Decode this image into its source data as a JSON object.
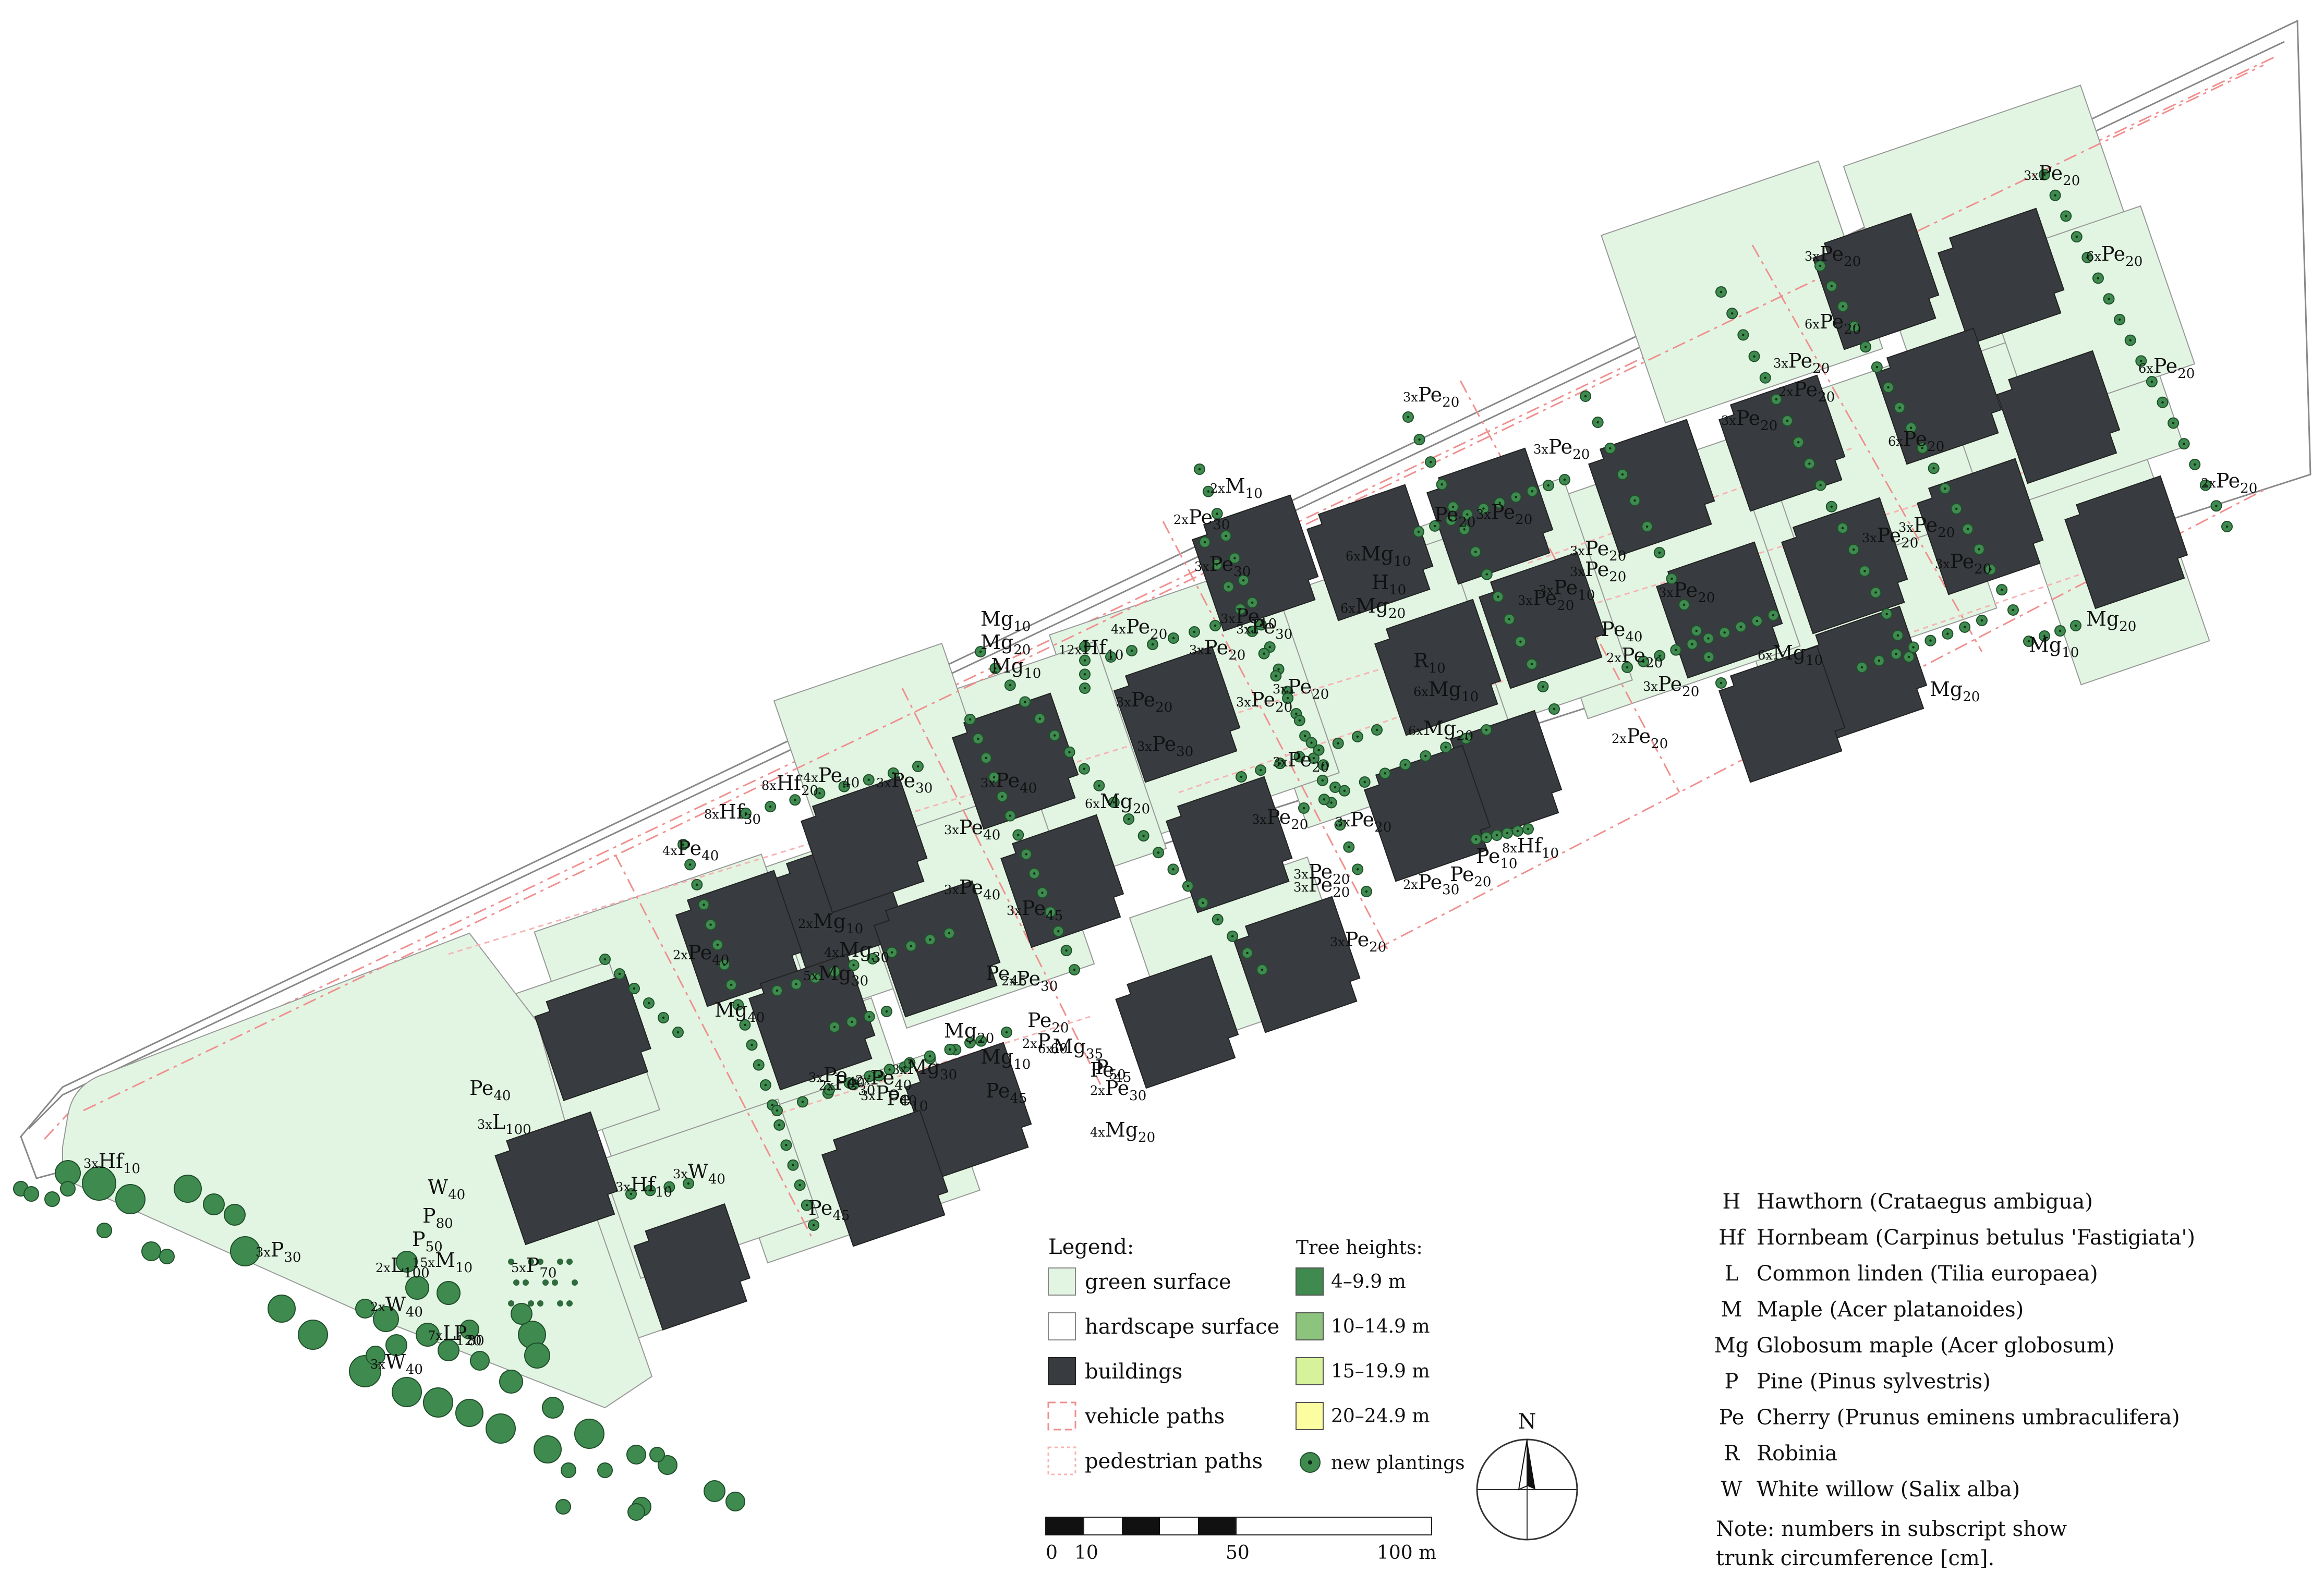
{
  "colors": {
    "green_surface": "#e2f5e2",
    "building": "#383c40",
    "tree_dark": "#3f8a4f",
    "tree_mid": "#8cc47e",
    "tree_light": "#d6f29a",
    "tree_yellow": "#fcfca0",
    "vehicle_path": "#f08f8f",
    "pedestrian_path": "#f6b4b4",
    "outline": "#777777"
  },
  "labels": [
    {
      "c": "3x",
      "s": "Pe",
      "n": "20"
    },
    {
      "c": "6x",
      "s": "Pe",
      "n": "20"
    },
    {
      "c": "3x",
      "s": "Pe",
      "n": "20"
    },
    {
      "c": "6x",
      "s": "Pe",
      "n": "20"
    },
    {
      "c": "3x",
      "s": "Pe",
      "n": "20"
    },
    {
      "c": "6x",
      "s": "Pe",
      "n": "20"
    },
    {
      "c": "2x",
      "s": "Pe",
      "n": "20"
    },
    {
      "c": "6x",
      "s": "Pe",
      "n": "20"
    },
    {
      "c": "3x",
      "s": "Pe",
      "n": "20"
    },
    {
      "c": "2x",
      "s": "Pe",
      "n": "20"
    },
    {
      "c": "3x",
      "s": "Pe",
      "n": "20"
    },
    {
      "c": "3x",
      "s": "Pe",
      "n": "20"
    },
    {
      "c": "3x",
      "s": "Pe",
      "n": "20"
    },
    {
      "c": "",
      "s": "Mg",
      "n": "20"
    },
    {
      "c": "",
      "s": "Mg",
      "n": "10"
    },
    {
      "c": "3x",
      "s": "Pe",
      "n": "20"
    },
    {
      "c": "6x",
      "s": "Mg",
      "n": "10"
    },
    {
      "c": "",
      "s": "Mg",
      "n": "20"
    },
    {
      "c": "2x",
      "s": "Pe",
      "n": "20"
    },
    {
      "c": "3x",
      "s": "Pe",
      "n": "20"
    },
    {
      "c": "3x",
      "s": "Pe",
      "n": "20"
    },
    {
      "c": "",
      "s": "Pe",
      "n": "40"
    },
    {
      "c": "2x",
      "s": "Pe",
      "n": "20"
    },
    {
      "c": "3x",
      "s": "Pe",
      "n": "20"
    },
    {
      "c": "3x",
      "s": "Pe",
      "n": "20"
    },
    {
      "c": "3x",
      "s": "Pe",
      "n": "20"
    },
    {
      "c": "3x",
      "s": "Pe",
      "n": "20"
    },
    {
      "c": "",
      "s": "Pe",
      "n": "20"
    },
    {
      "c": "3x",
      "s": "Pe",
      "n": "20"
    },
    {
      "c": "3x",
      "s": "Pe",
      "n": "10"
    },
    {
      "c": "3x",
      "s": "Pe",
      "n": "10"
    },
    {
      "c": "2x",
      "s": "M",
      "n": "10"
    },
    {
      "c": "2x",
      "s": "Pe",
      "n": "30"
    },
    {
      "c": "3x",
      "s": "Pe",
      "n": "30"
    },
    {
      "c": "6x",
      "s": "Mg",
      "n": "10"
    },
    {
      "c": "",
      "s": "H",
      "n": "10"
    },
    {
      "c": "6x",
      "s": "Mg",
      "n": "20"
    },
    {
      "c": "3x",
      "s": "Pe",
      "n": "30"
    },
    {
      "c": "",
      "s": "R",
      "n": "10"
    },
    {
      "c": "3x",
      "s": "Pe",
      "n": "20"
    },
    {
      "c": "6x",
      "s": "Mg",
      "n": "10"
    },
    {
      "c": "6x",
      "s": "Mg",
      "n": "20"
    },
    {
      "c": "3x",
      "s": "Pe",
      "n": "20"
    },
    {
      "c": "3x",
      "s": "Pe",
      "n": "30"
    },
    {
      "c": "3x",
      "s": "Pe",
      "n": "20"
    },
    {
      "c": "2x",
      "s": "Pe",
      "n": "30"
    },
    {
      "c": "",
      "s": "Pe",
      "n": "10"
    },
    {
      "c": "",
      "s": "Pe",
      "n": "20"
    },
    {
      "c": "8x",
      "s": "Hf",
      "n": "10"
    },
    {
      "c": "",
      "s": "Mg",
      "n": "10"
    },
    {
      "c": "",
      "s": "Mg",
      "n": "20"
    },
    {
      "c": "",
      "s": "Mg",
      "n": "10"
    },
    {
      "c": "12x",
      "s": "Hf",
      "n": "10"
    },
    {
      "c": "4x",
      "s": "Pe",
      "n": "20"
    },
    {
      "c": "3x",
      "s": "Pe",
      "n": "20"
    },
    {
      "c": "3x",
      "s": "Pe",
      "n": "20"
    },
    {
      "c": "3x",
      "s": "Pe",
      "n": "20"
    },
    {
      "c": "3x",
      "s": "Pe",
      "n": "40"
    },
    {
      "c": "6x",
      "s": "Mg",
      "n": "20"
    },
    {
      "c": "3x",
      "s": "Pe",
      "n": "20"
    },
    {
      "c": "3x",
      "s": "Pe",
      "n": "20"
    },
    {
      "c": "3x",
      "s": "Pe",
      "n": "45"
    },
    {
      "c": "3x",
      "s": "Pe",
      "n": "20"
    },
    {
      "c": "3x",
      "s": "Pe",
      "n": "20"
    },
    {
      "c": "4x",
      "s": "Pe",
      "n": "40"
    },
    {
      "c": "3x",
      "s": "Pe",
      "n": "30"
    },
    {
      "c": "8x",
      "s": "Hf",
      "n": "20"
    },
    {
      "c": "8x",
      "s": "Hf",
      "n": "30"
    },
    {
      "c": "4x",
      "s": "Pe",
      "n": "40"
    },
    {
      "c": "3x",
      "s": "Pe",
      "n": "40"
    },
    {
      "c": "3x",
      "s": "Pe",
      "n": "40"
    },
    {
      "c": "2x",
      "s": "Mg",
      "n": "10"
    },
    {
      "c": "4x",
      "s": "Mg",
      "n": "30"
    },
    {
      "c": "5x",
      "s": "Mg",
      "n": "30"
    },
    {
      "c": "",
      "s": "Pe",
      "n": "45"
    },
    {
      "c": "",
      "s": "Mg",
      "n": "40"
    },
    {
      "c": "",
      "s": "Mg",
      "n": "20"
    },
    {
      "c": "",
      "s": "Pe",
      "n": "20"
    },
    {
      "c": "3x",
      "s": "Mg",
      "n": "30"
    },
    {
      "c": "2x",
      "s": "Pe",
      "n": "40"
    },
    {
      "c": "",
      "s": "Mg",
      "n": "10"
    },
    {
      "c": "6x",
      "s": "Mg",
      "n": "35"
    },
    {
      "c": "",
      "s": "Pe",
      "n": "10"
    },
    {
      "c": "3x",
      "s": "Pe",
      "n": "40"
    },
    {
      "c": "3x",
      "s": "Pe",
      "n": "40"
    },
    {
      "c": "",
      "s": "Pe",
      "n": "45"
    },
    {
      "c": "2x",
      "s": "Pe",
      "n": "30"
    },
    {
      "c": "",
      "s": "Pe",
      "n": "45"
    },
    {
      "c": "2x",
      "s": "Pe",
      "n": "40"
    },
    {
      "c": "",
      "s": "Pe",
      "n": "45"
    },
    {
      "c": "2x",
      "s": "Pe",
      "n": "30"
    },
    {
      "c": "2x",
      "s": "Pe",
      "n": "30"
    },
    {
      "c": "2x",
      "s": "P",
      "n": "60"
    },
    {
      "c": "",
      "s": "P",
      "n": "50"
    },
    {
      "c": "4x",
      "s": "Mg",
      "n": "20"
    },
    {
      "c": "",
      "s": "Pe",
      "n": "40"
    },
    {
      "c": "3x",
      "s": "L",
      "n": "100"
    },
    {
      "c": "3x",
      "s": "Hf",
      "n": "10"
    },
    {
      "c": "3x",
      "s": "W",
      "n": "40"
    },
    {
      "c": "3x",
      "s": "Hf",
      "n": "10"
    },
    {
      "c": "",
      "s": "W",
      "n": "40"
    },
    {
      "c": "",
      "s": "P",
      "n": "80"
    },
    {
      "c": "",
      "s": "P",
      "n": "50"
    },
    {
      "c": "15x",
      "s": "M",
      "n": "10"
    },
    {
      "c": "2x",
      "s": "L",
      "n": "100"
    },
    {
      "c": "5x",
      "s": "P",
      "n": "70"
    },
    {
      "c": "3x",
      "s": "P",
      "n": "30"
    },
    {
      "c": "2x",
      "s": "W",
      "n": "40"
    },
    {
      "c": "7x",
      "s": "L",
      "n": "120"
    },
    {
      "c": "",
      "s": "P",
      "n": "80"
    },
    {
      "c": "3x",
      "s": "W",
      "n": "40"
    }
  ],
  "legend": {
    "title": "Legend:",
    "items": [
      {
        "label": "green surface"
      },
      {
        "label": "hardscape surface"
      },
      {
        "label": "buildings"
      },
      {
        "label": "vehicle paths"
      },
      {
        "label": "pedestrian paths"
      }
    ]
  },
  "tree_heights": {
    "title": "Tree heights:",
    "items": [
      {
        "label": "4–9.9 m"
      },
      {
        "label": "10–14.9 m"
      },
      {
        "label": "15–19.9 m"
      },
      {
        "label": "20–24.9 m"
      },
      {
        "label": "new plantings"
      }
    ]
  },
  "scale_bar": {
    "ticks": [
      "0",
      "10",
      "50",
      "100 m"
    ]
  },
  "north_label": "N",
  "species": [
    {
      "code": "H",
      "name": "Hawthorn (Crataegus ambigua)"
    },
    {
      "code": "Hf",
      "name": "Hornbeam (Carpinus betulus 'Fastigiata')"
    },
    {
      "code": "L",
      "name": "Common linden (Tilia europaea)"
    },
    {
      "code": "M",
      "name": "Maple (Acer platanoides)"
    },
    {
      "code": "Mg",
      "name": "Globosum maple (Acer globosum)"
    },
    {
      "code": "P",
      "name": "Pine (Pinus sylvestris)"
    },
    {
      "code": "Pe",
      "name": "Cherry (Prunus eminens umbraculifera)"
    },
    {
      "code": "R",
      "name": "Robinia"
    },
    {
      "code": "W",
      "name": "White willow (Salix alba)"
    }
  ],
  "note": {
    "line1": "Note: numbers in subscript show",
    "line2": "trunk circumference [cm]."
  }
}
